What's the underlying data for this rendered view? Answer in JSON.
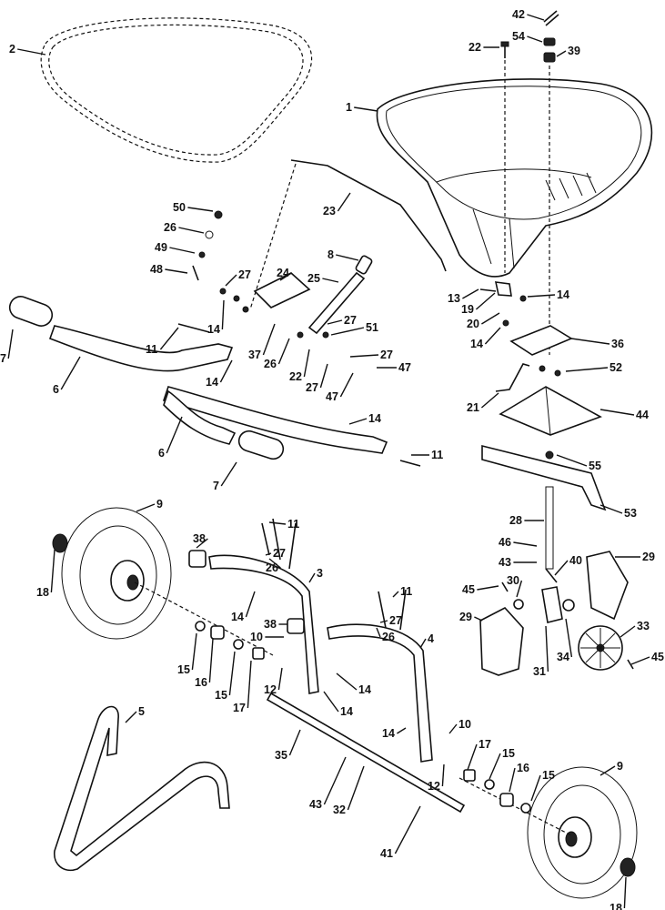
{
  "diagram": {
    "callouts": [
      {
        "id": "c42",
        "text": "42"
      },
      {
        "id": "c54",
        "text": "54"
      },
      {
        "id": "c39",
        "text": "39"
      },
      {
        "id": "c22a",
        "text": "22"
      },
      {
        "id": "c2",
        "text": "2"
      },
      {
        "id": "c1",
        "text": "1"
      },
      {
        "id": "c23",
        "text": "23"
      },
      {
        "id": "c50",
        "text": "50"
      },
      {
        "id": "c26a",
        "text": "26"
      },
      {
        "id": "c49",
        "text": "49"
      },
      {
        "id": "c48",
        "text": "48"
      },
      {
        "id": "c8",
        "text": "8"
      },
      {
        "id": "c27a",
        "text": "27"
      },
      {
        "id": "c24",
        "text": "24"
      },
      {
        "id": "c25",
        "text": "25"
      },
      {
        "id": "c14a",
        "text": "14"
      },
      {
        "id": "c27b",
        "text": "27"
      },
      {
        "id": "c51",
        "text": "51"
      },
      {
        "id": "c13",
        "text": "13"
      },
      {
        "id": "c19",
        "text": "19"
      },
      {
        "id": "c14b",
        "text": "14"
      },
      {
        "id": "c20",
        "text": "20"
      },
      {
        "id": "c14c",
        "text": "14"
      },
      {
        "id": "c36",
        "text": "36"
      },
      {
        "id": "c7a",
        "text": "7"
      },
      {
        "id": "c11a",
        "text": "11"
      },
      {
        "id": "c37",
        "text": "37"
      },
      {
        "id": "c26b",
        "text": "26"
      },
      {
        "id": "c22b",
        "text": "22"
      },
      {
        "id": "c27c",
        "text": "27"
      },
      {
        "id": "c47a",
        "text": "47"
      },
      {
        "id": "c27d",
        "text": "27"
      },
      {
        "id": "c47b",
        "text": "47"
      },
      {
        "id": "c52",
        "text": "52"
      },
      {
        "id": "c6a",
        "text": "6"
      },
      {
        "id": "c14d",
        "text": "14"
      },
      {
        "id": "c21",
        "text": "21"
      },
      {
        "id": "c44",
        "text": "44"
      },
      {
        "id": "c14e",
        "text": "14"
      },
      {
        "id": "c6b",
        "text": "6"
      },
      {
        "id": "c11b",
        "text": "11"
      },
      {
        "id": "c7b",
        "text": "7"
      },
      {
        "id": "c55",
        "text": "55"
      },
      {
        "id": "c9a",
        "text": "9"
      },
      {
        "id": "c53",
        "text": "53"
      },
      {
        "id": "c28",
        "text": "28"
      },
      {
        "id": "c11c",
        "text": "11"
      },
      {
        "id": "c38a",
        "text": "38"
      },
      {
        "id": "c27e",
        "text": "27"
      },
      {
        "id": "c26c",
        "text": "26"
      },
      {
        "id": "c46",
        "text": "46"
      },
      {
        "id": "c18a",
        "text": "18"
      },
      {
        "id": "c43a",
        "text": "43"
      },
      {
        "id": "c40",
        "text": "40"
      },
      {
        "id": "c29a",
        "text": "29"
      },
      {
        "id": "c3",
        "text": "3"
      },
      {
        "id": "c45a",
        "text": "45"
      },
      {
        "id": "c30",
        "text": "30"
      },
      {
        "id": "c11d",
        "text": "11"
      },
      {
        "id": "c29b",
        "text": "29"
      },
      {
        "id": "c14f",
        "text": "14"
      },
      {
        "id": "c27f",
        "text": "27"
      },
      {
        "id": "c26d",
        "text": "26"
      },
      {
        "id": "c38b",
        "text": "38"
      },
      {
        "id": "c4",
        "text": "4"
      },
      {
        "id": "c33",
        "text": "33"
      },
      {
        "id": "c10a",
        "text": "10"
      },
      {
        "id": "c15a",
        "text": "15"
      },
      {
        "id": "c16a",
        "text": "16"
      },
      {
        "id": "c14g",
        "text": "14"
      },
      {
        "id": "c31",
        "text": "31"
      },
      {
        "id": "c34",
        "text": "34"
      },
      {
        "id": "c45b",
        "text": "45"
      },
      {
        "id": "c15b",
        "text": "15"
      },
      {
        "id": "c12a",
        "text": "12"
      },
      {
        "id": "c17a",
        "text": "17"
      },
      {
        "id": "c14h",
        "text": "14"
      },
      {
        "id": "c5",
        "text": "5"
      },
      {
        "id": "c10b",
        "text": "10"
      },
      {
        "id": "c14i",
        "text": "14"
      },
      {
        "id": "c35",
        "text": "35"
      },
      {
        "id": "c17b",
        "text": "17"
      },
      {
        "id": "c15c",
        "text": "15"
      },
      {
        "id": "c9b",
        "text": "9"
      },
      {
        "id": "c12b",
        "text": "12"
      },
      {
        "id": "c16b",
        "text": "16"
      },
      {
        "id": "c15d",
        "text": "15"
      },
      {
        "id": "c43b",
        "text": "43"
      },
      {
        "id": "c32",
        "text": "32"
      },
      {
        "id": "c41",
        "text": "41"
      },
      {
        "id": "c18b",
        "text": "18"
      }
    ]
  }
}
